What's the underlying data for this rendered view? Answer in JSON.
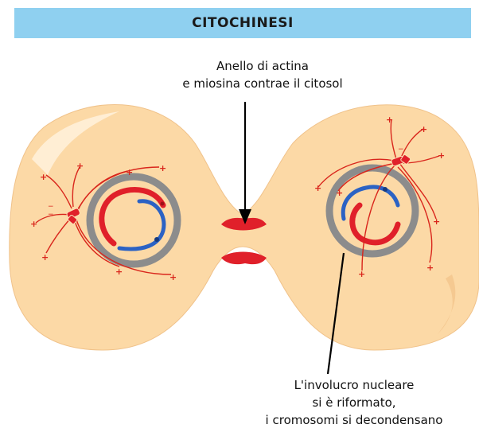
{
  "title": "CITOCHINESI",
  "labels": {
    "actin_ring": [
      "Anello di actina",
      "e miosina contrae il citosol"
    ],
    "nuclear_envelope": [
      "L'involucro nucleare",
      "si è riformato,",
      "i cromosomi si decondensano"
    ]
  },
  "colors": {
    "banner": "#8fd0f0",
    "cytoplasm": "#fcd9a6",
    "cytoplasm_shadow": "#f3c48c",
    "nuclear_envelope": "#8c8c8c",
    "chromosome_red": "#e0202a",
    "chromosome_blue": "#2b62c4",
    "microtubule": "#d9261c",
    "contractile_ring": "#e0202a"
  }
}
